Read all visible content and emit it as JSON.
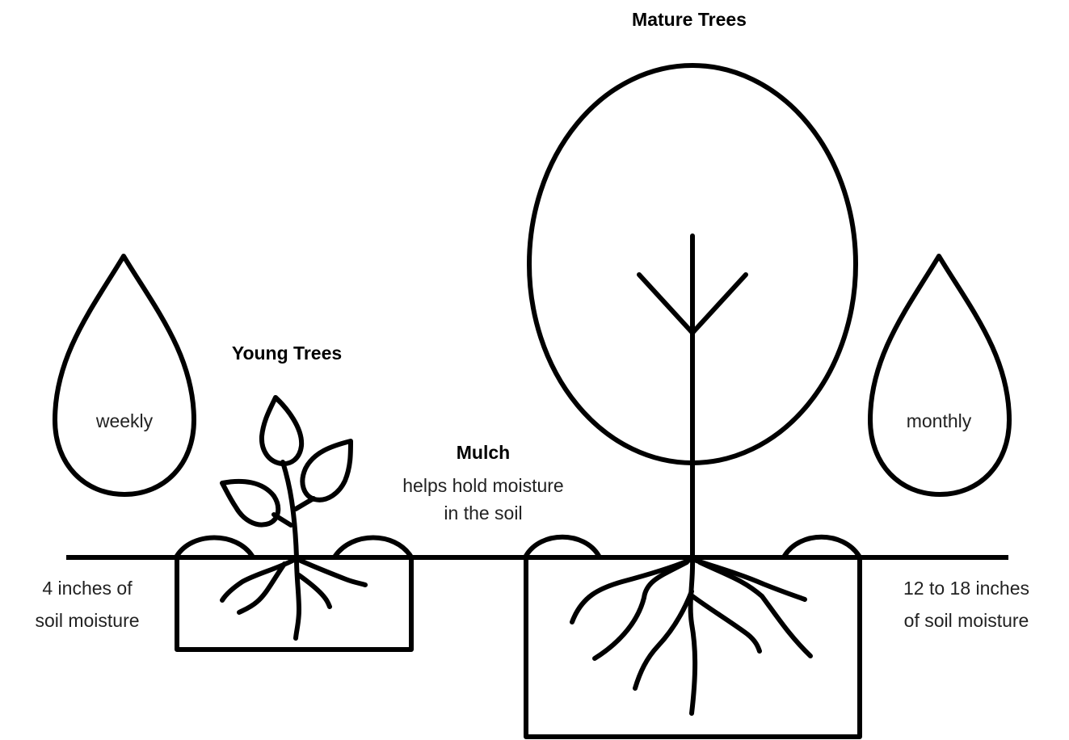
{
  "labels": {
    "mature_trees": "Mature Trees",
    "young_trees": "Young Trees",
    "weekly": "weekly",
    "monthly": "monthly",
    "mulch_title": "Mulch",
    "mulch_line1": "helps hold moisture",
    "mulch_line2": "in the soil",
    "young_depth_line1": "4 inches of",
    "young_depth_line2": "soil moisture",
    "mature_depth_line1": "12 to 18 inches",
    "mature_depth_line2": "of soil moisture"
  },
  "colors": {
    "stroke": "#000000",
    "background": "#ffffff"
  }
}
